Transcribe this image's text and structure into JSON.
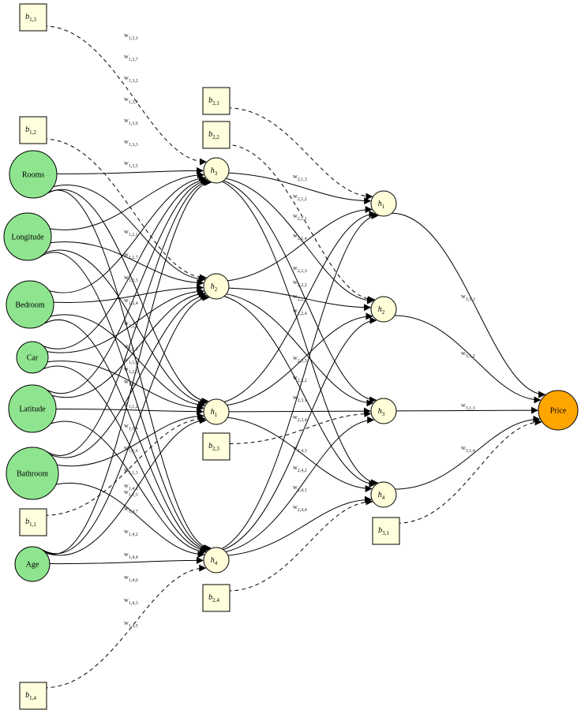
{
  "input_nodes": [
    {
      "id": "rooms",
      "label": "Rooms"
    },
    {
      "id": "longitude",
      "label": "Longitude"
    },
    {
      "id": "bedroom",
      "label": "Bedroom"
    },
    {
      "id": "car",
      "label": "Car"
    },
    {
      "id": "latitude",
      "label": "Latitude"
    },
    {
      "id": "bathroom",
      "label": "Bathroom"
    },
    {
      "id": "age",
      "label": "Age"
    }
  ],
  "hidden_layer_1": [
    {
      "id": "l1h3",
      "base": "h",
      "sub": "3"
    },
    {
      "id": "l1h2",
      "base": "h",
      "sub": "2"
    },
    {
      "id": "l1h1",
      "base": "h",
      "sub": "1"
    },
    {
      "id": "l1h4",
      "base": "h",
      "sub": "4"
    }
  ],
  "hidden_layer_2": [
    {
      "id": "l2h1",
      "base": "h",
      "sub": "1"
    },
    {
      "id": "l2h2",
      "base": "h",
      "sub": "2"
    },
    {
      "id": "l2h3",
      "base": "h",
      "sub": "3"
    },
    {
      "id": "l2h4",
      "base": "h",
      "sub": "4"
    }
  ],
  "output_node": {
    "id": "price",
    "label": "Price"
  },
  "bias_nodes": [
    {
      "id": "b13",
      "base": "b",
      "sub": "1,3"
    },
    {
      "id": "b12",
      "base": "b",
      "sub": "1,2"
    },
    {
      "id": "b11",
      "base": "b",
      "sub": "1,1"
    },
    {
      "id": "b14",
      "base": "b",
      "sub": "1,4"
    },
    {
      "id": "b21",
      "base": "b",
      "sub": "2,1"
    },
    {
      "id": "b22",
      "base": "b",
      "sub": "2,2"
    },
    {
      "id": "b23",
      "base": "b",
      "sub": "2,3"
    },
    {
      "id": "b24",
      "base": "b",
      "sub": "2,4"
    },
    {
      "id": "b31",
      "base": "b",
      "sub": "3,1"
    }
  ],
  "weight_labels": {
    "layer1_to_h3": [
      "1,3,1",
      "1,3,7",
      "1,3,2",
      "1,3,4",
      "1,3,6",
      "1,3,3",
      "1,3,5"
    ],
    "layer1_to_h2": [
      "1,2,1",
      "1,2,7",
      "1,2,3",
      "1,2,4",
      "1,2,6",
      "1,2,2",
      "1,2,5"
    ],
    "layer1_to_h1": [
      "1,1,1",
      "1,1,7",
      "1,1,2",
      "1,1,4",
      "1,1,6",
      "1,1,3",
      "1,1,5"
    ],
    "layer1_to_h4": [
      "1,4,1",
      "1,4,7",
      "1,4,2",
      "1,4,4",
      "1,4,6",
      "1,4,3",
      "1,4,5"
    ],
    "layer2_to_h1": [
      "2,1,3",
      "2,1,2",
      "2,1,1",
      "2,1,4"
    ],
    "layer2_to_h2": [
      "2,2,3",
      "2,2,2",
      "2,2,1",
      "2,2,4"
    ],
    "layer2_to_h3": [
      "2,3,3",
      "2,3,2",
      "2,3,1",
      "2,3,4"
    ],
    "layer2_to_h4": [
      "2,4,3",
      "2,4,2",
      "2,4,1",
      "2,4,4"
    ],
    "output": [
      "3,1,1",
      "3,1,2",
      "3,1,3",
      "3,1,4"
    ]
  },
  "colors": {
    "input_fill": "#8fe58f",
    "hidden_fill": "#fffed8",
    "bias_fill": "#ffffdd",
    "output_fill": "#ffa500",
    "stroke": "#000000"
  }
}
